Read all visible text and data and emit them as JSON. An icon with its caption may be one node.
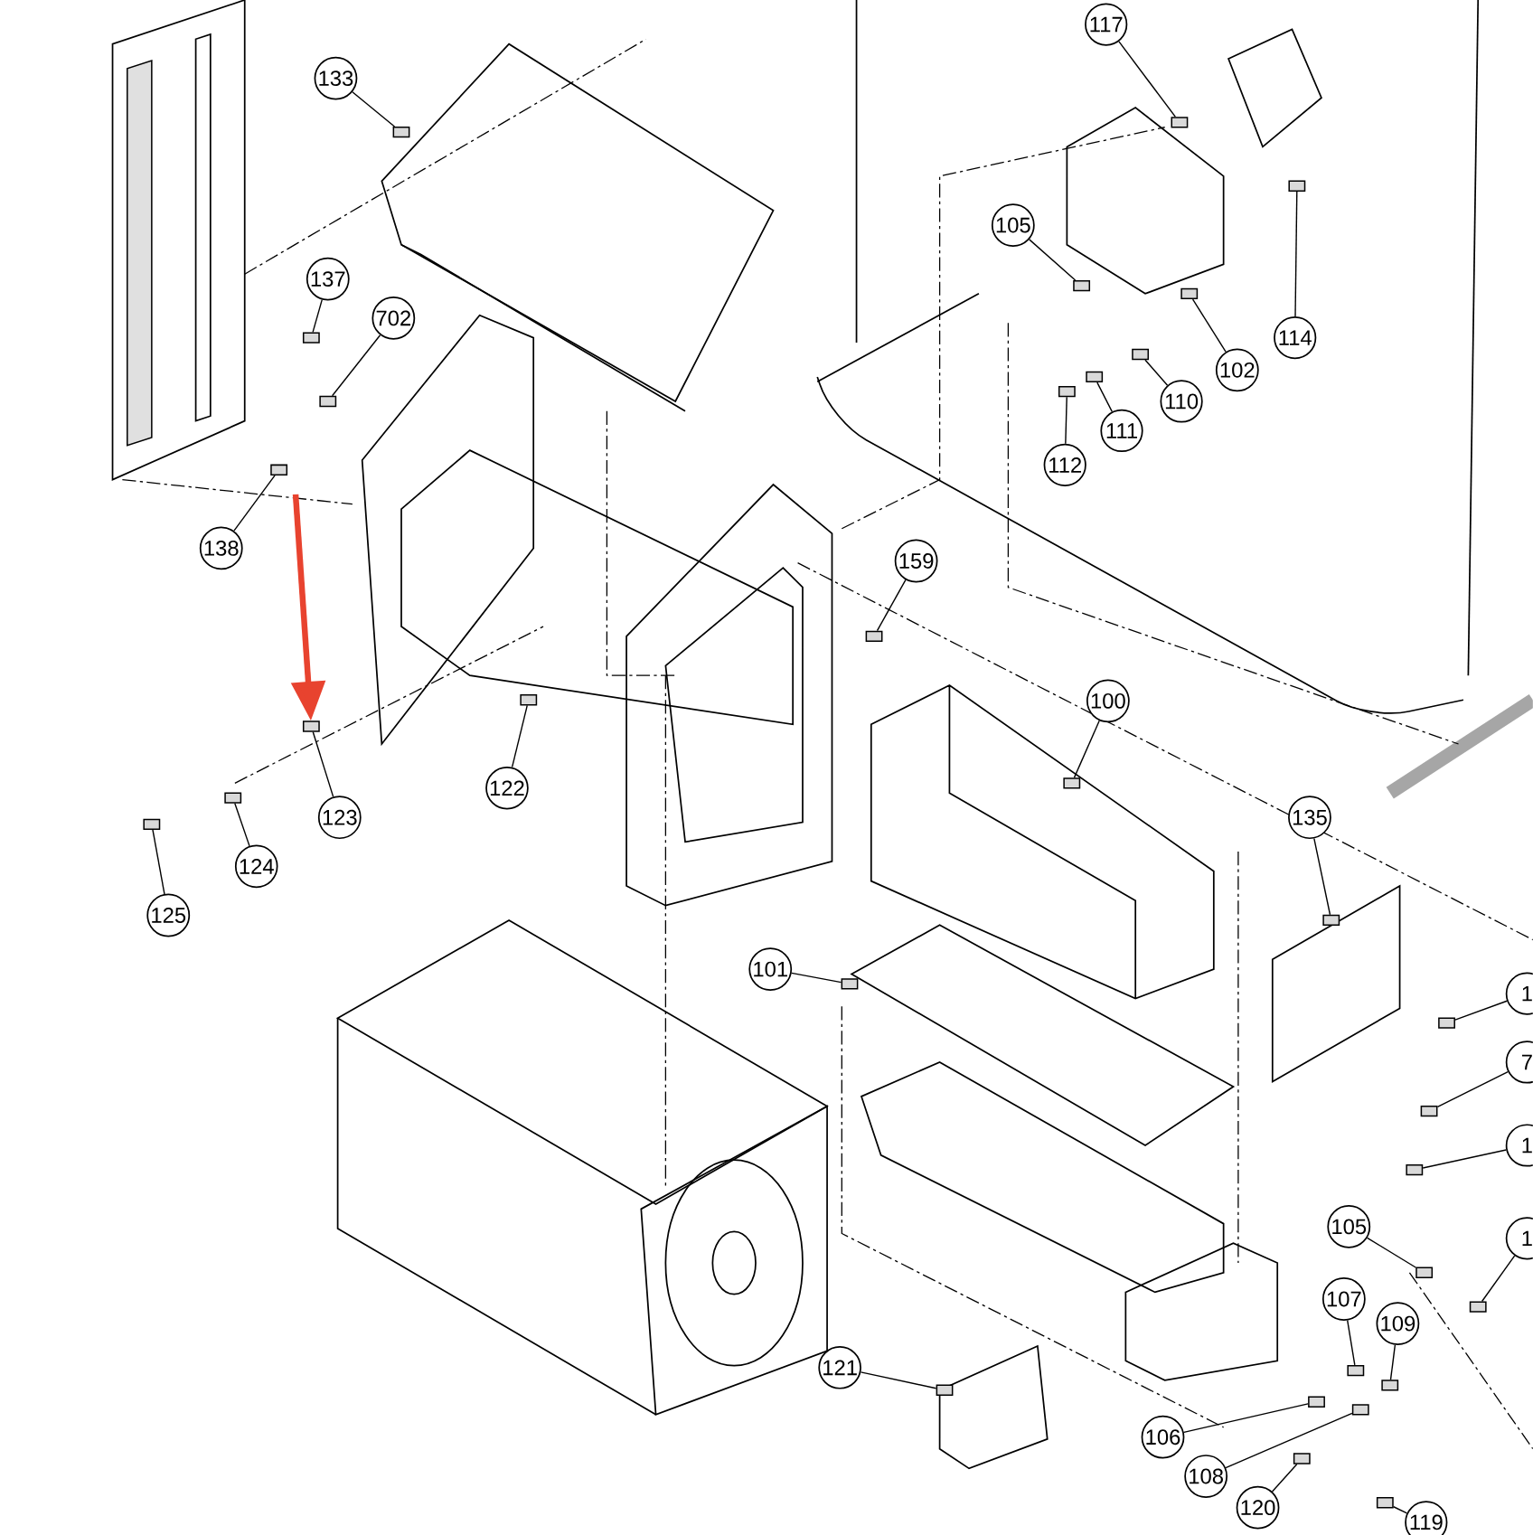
{
  "diagram": {
    "nodes": [
      {
        "text": [
          "133"
        ]
      },
      {
        "text": [],
        "shape": "box"
      },
      {
        "text": [
          "137"
        ]
      },
      {
        "text": [],
        "shape": "box"
      },
      {
        "text": [
          "702"
        ]
      },
      {
        "text": [],
        "shape": "box"
      },
      {
        "text": [
          "138"
        ]
      },
      {
        "text": [],
        "shape": "box"
      },
      {
        "text": [
          "123"
        ]
      },
      {
        "text": [],
        "shape": "box"
      },
      {
        "text": [
          "122"
        ]
      },
      {
        "text": [],
        "shape": "box"
      },
      {
        "text": [
          "124"
        ]
      },
      {
        "text": [],
        "shape": "box"
      },
      {
        "text": [
          "125"
        ]
      },
      {
        "text": [],
        "shape": "box"
      },
      {
        "text": [
          "117"
        ]
      },
      {
        "text": [],
        "shape": "box"
      },
      {
        "text": [
          "105"
        ]
      },
      {
        "text": [],
        "shape": "box"
      },
      {
        "text": [
          "114"
        ]
      },
      {
        "text": [],
        "shape": "box"
      },
      {
        "text": [
          "102"
        ]
      },
      {
        "text": [],
        "shape": "box"
      },
      {
        "text": [
          "110"
        ]
      },
      {
        "text": [],
        "shape": "box"
      },
      {
        "text": [
          "111"
        ]
      },
      {
        "text": [],
        "shape": "box"
      },
      {
        "text": [
          "112"
        ]
      },
      {
        "text": [],
        "shape": "box"
      },
      {
        "text": [
          "159"
        ]
      },
      {
        "text": [],
        "shape": "box"
      },
      {
        "text": [
          "100"
        ]
      },
      {
        "text": [],
        "shape": "box"
      },
      {
        "text": [
          "135"
        ]
      },
      {
        "text": [],
        "shape": "box"
      },
      {
        "text": [
          "101"
        ]
      },
      {
        "text": [],
        "shape": "box"
      },
      {
        "text": [
          "1"
        ]
      },
      {
        "text": [],
        "shape": "box"
      },
      {
        "text": [
          "7"
        ]
      },
      {
        "text": [],
        "shape": "box"
      },
      {
        "text": [
          "1"
        ]
      },
      {
        "text": [],
        "shape": "box"
      },
      {
        "text": [
          "105"
        ]
      },
      {
        "text": [],
        "shape": "box"
      },
      {
        "text": [
          "1"
        ]
      },
      {
        "text": [],
        "shape": "box"
      },
      {
        "text": [
          "107"
        ]
      },
      {
        "text": [],
        "shape": "box"
      },
      {
        "text": [
          "109"
        ]
      },
      {
        "text": [],
        "shape": "box"
      },
      {
        "text": [
          "121"
        ]
      },
      {
        "text": [],
        "shape": "box"
      },
      {
        "text": [
          "106"
        ]
      },
      {
        "text": [],
        "shape": "box"
      },
      {
        "text": [
          "108"
        ]
      },
      {
        "text": [],
        "shape": "box"
      },
      {
        "text": [
          "120"
        ]
      },
      {
        "text": [],
        "shape": "box"
      },
      {
        "text": [
          "119"
        ]
      },
      {
        "text": [],
        "shape": "box"
      }
    ],
    "edges": [
      {
        "from": 0,
        "to": 1,
        "arrow": "none"
      },
      {
        "from": 2,
        "to": 3,
        "arrow": "none"
      },
      {
        "from": 4,
        "to": 5,
        "arrow": "none"
      },
      {
        "from": 6,
        "to": 7,
        "arrow": "none"
      },
      {
        "from": 8,
        "to": 9,
        "arrow": "none"
      },
      {
        "from": 10,
        "to": 11,
        "arrow": "none"
      },
      {
        "from": 12,
        "to": 13,
        "arrow": "none"
      },
      {
        "from": 14,
        "to": 15,
        "arrow": "none"
      },
      {
        "from": 16,
        "to": 17,
        "arrow": "none"
      },
      {
        "from": 18,
        "to": 19,
        "arrow": "none"
      },
      {
        "from": 20,
        "to": 21,
        "arrow": "none"
      },
      {
        "from": 22,
        "to": 23,
        "arrow": "none"
      },
      {
        "from": 24,
        "to": 25,
        "arrow": "none"
      },
      {
        "from": 26,
        "to": 27,
        "arrow": "none"
      },
      {
        "from": 28,
        "to": 29,
        "arrow": "none"
      },
      {
        "from": 30,
        "to": 31,
        "arrow": "none"
      },
      {
        "from": 32,
        "to": 33,
        "arrow": "none"
      },
      {
        "from": 34,
        "to": 35,
        "arrow": "none"
      },
      {
        "from": 36,
        "to": 37,
        "arrow": "none"
      },
      {
        "from": 38,
        "to": 39,
        "arrow": "none"
      },
      {
        "from": 40,
        "to": 41,
        "arrow": "none"
      },
      {
        "from": 42,
        "to": 43,
        "arrow": "none"
      },
      {
        "from": 44,
        "to": 45,
        "arrow": "none"
      },
      {
        "from": 46,
        "to": 47,
        "arrow": "none"
      },
      {
        "from": 48,
        "to": 49,
        "arrow": "none"
      },
      {
        "from": 50,
        "to": 51,
        "arrow": "none"
      },
      {
        "from": 52,
        "to": 53,
        "arrow": "none"
      },
      {
        "from": 54,
        "to": 55,
        "arrow": "none"
      },
      {
        "from": 56,
        "to": 57,
        "arrow": "none"
      },
      {
        "from": 58,
        "to": 59,
        "arrow": "none"
      },
      {
        "from": 60,
        "to": 61,
        "arrow": "none"
      },
      {
        "from": null,
        "to": 9,
        "arrow": "to",
        "style": "thick",
        "color": "#e8432f"
      }
    ]
  }
}
